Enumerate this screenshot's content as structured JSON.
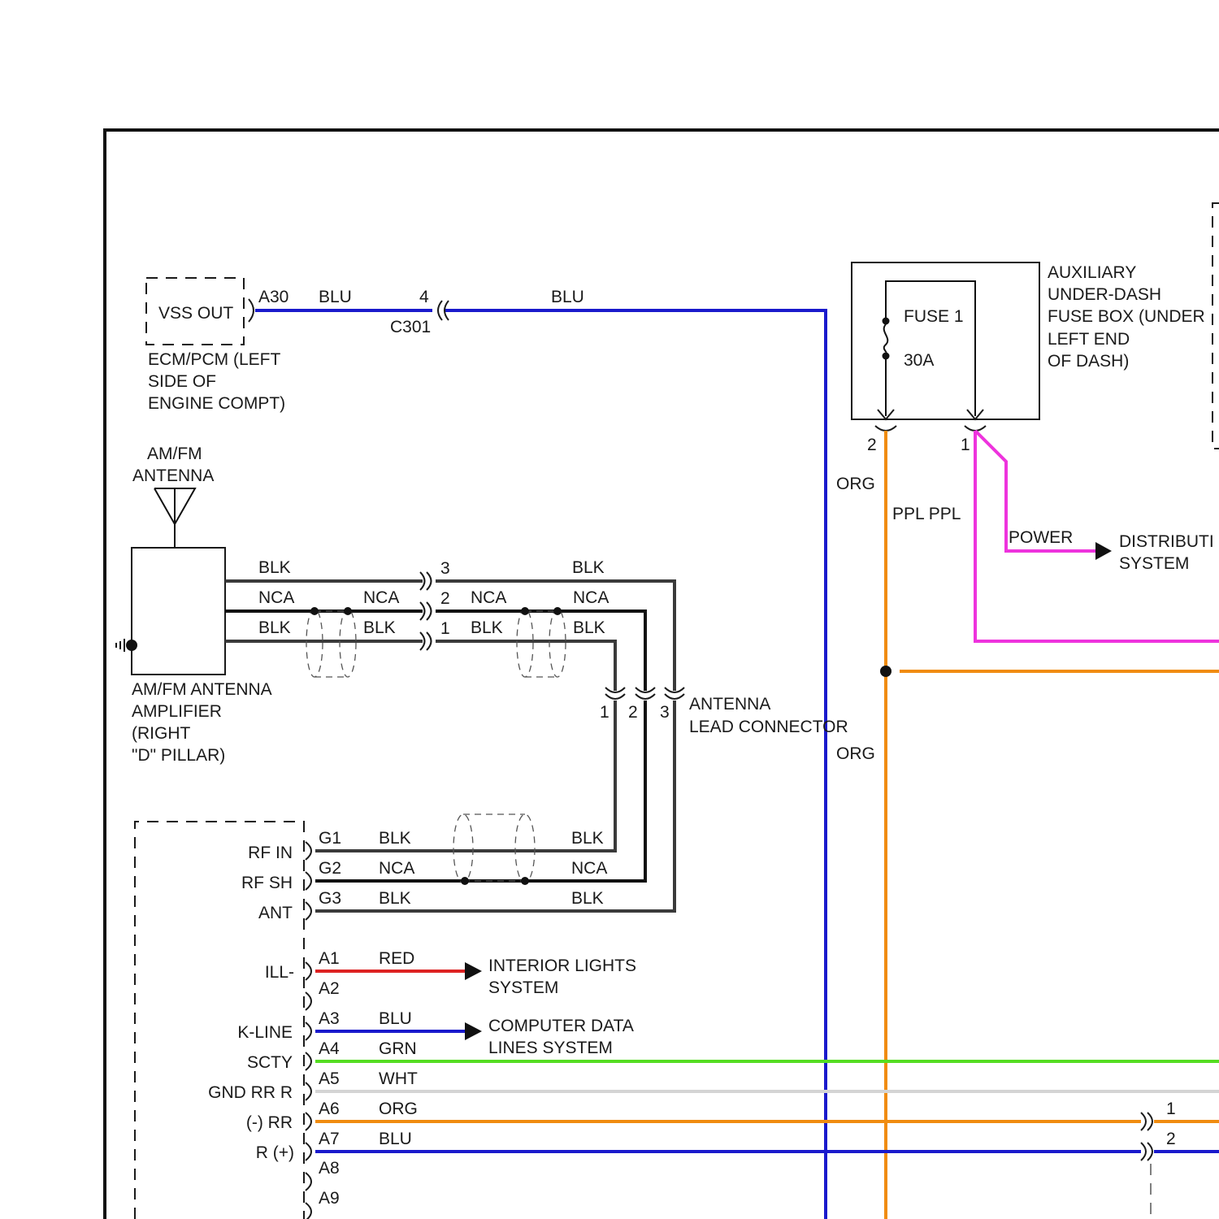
{
  "colors": {
    "BLU": "#1a1acc",
    "ORG": "#f08c10",
    "PPL": "#ee33dd",
    "BLK": "#3a3a3a",
    "NCA": "#111111",
    "RED": "#dd2222",
    "GRN": "#55dd22",
    "WHT": "#d4d4d4"
  },
  "ecm": {
    "box_label": "VSS OUT",
    "pin": "A30",
    "name_lines": [
      "ECM/PCM (LEFT",
      "SIDE OF",
      "ENGINE COMPT)"
    ]
  },
  "vss_wire": {
    "color_left": "BLU",
    "connector_pin": "4",
    "connector_name": "C301",
    "color_right": "BLU"
  },
  "antenna": {
    "label_lines": [
      "AM/FM",
      "ANTENNA"
    ]
  },
  "amplifier": {
    "label_lines": [
      "AM/FM ANTENNA",
      "AMPLIFIER",
      "(RIGHT",
      "\"D\" PILLAR)"
    ],
    "wires": [
      {
        "left": "BLK",
        "pin": "3",
        "right_a": "",
        "right_b": "BLK"
      },
      {
        "left": "NCA",
        "mid": "NCA",
        "pin": "2",
        "right_a": "NCA",
        "right_b": "NCA"
      },
      {
        "left": "BLK",
        "mid": "BLK",
        "pin": "1",
        "right_a": "BLK",
        "right_b": "BLK"
      }
    ]
  },
  "lead_connector": {
    "pins": [
      "1",
      "2",
      "3"
    ],
    "label_lines": [
      "ANTENNA",
      "LEAD CONNECTOR"
    ]
  },
  "fuse_box": {
    "fuse_name": "FUSE 1",
    "fuse_rating": "30A",
    "label_lines": [
      "AUXILIARY",
      "UNDER-DASH",
      "FUSE BOX (UNDER",
      "LEFT END",
      "OF DASH)"
    ],
    "pin_left": "2",
    "pin_right": "1"
  },
  "power_wires": {
    "org_label_top": "ORG",
    "ppl_label": "PPL PPL",
    "power_label": "POWER",
    "distribution_lines": [
      "DISTRIBUTI",
      "SYSTEM"
    ],
    "org_label_bottom": "ORG"
  },
  "radio": {
    "rf_pins": [
      {
        "name": "RF IN",
        "pin": "G1",
        "color_left": "BLK",
        "color_right": "BLK"
      },
      {
        "name": "RF SH",
        "pin": "G2",
        "color_left": "NCA",
        "color_right": "NCA"
      },
      {
        "name": "ANT",
        "pin": "G3",
        "color_left": "BLK",
        "color_right": "BLK"
      }
    ],
    "pins": [
      {
        "name": "ILL-",
        "pin": "A1",
        "color": "RED"
      },
      {
        "name": "",
        "pin": "A2",
        "color": ""
      },
      {
        "name": "K-LINE",
        "pin": "A3",
        "color": "BLU"
      },
      {
        "name": "SCTY",
        "pin": "A4",
        "color": "GRN"
      },
      {
        "name": "GND RR R",
        "pin": "A5",
        "color": "WHT"
      },
      {
        "name": "(-) RR",
        "pin": "A6",
        "color": "ORG"
      },
      {
        "name": "R (+)",
        "pin": "A7",
        "color": "BLU"
      },
      {
        "name": "",
        "pin": "A8",
        "color": ""
      },
      {
        "name": "",
        "pin": "A9",
        "color": ""
      }
    ]
  },
  "destinations": {
    "interior_lights": [
      "INTERIOR LIGHTS",
      "SYSTEM"
    ],
    "computer_data": [
      "COMPUTER DATA",
      "LINES SYSTEM"
    ]
  },
  "speaker_connector": {
    "pins": [
      "1",
      "2"
    ]
  }
}
